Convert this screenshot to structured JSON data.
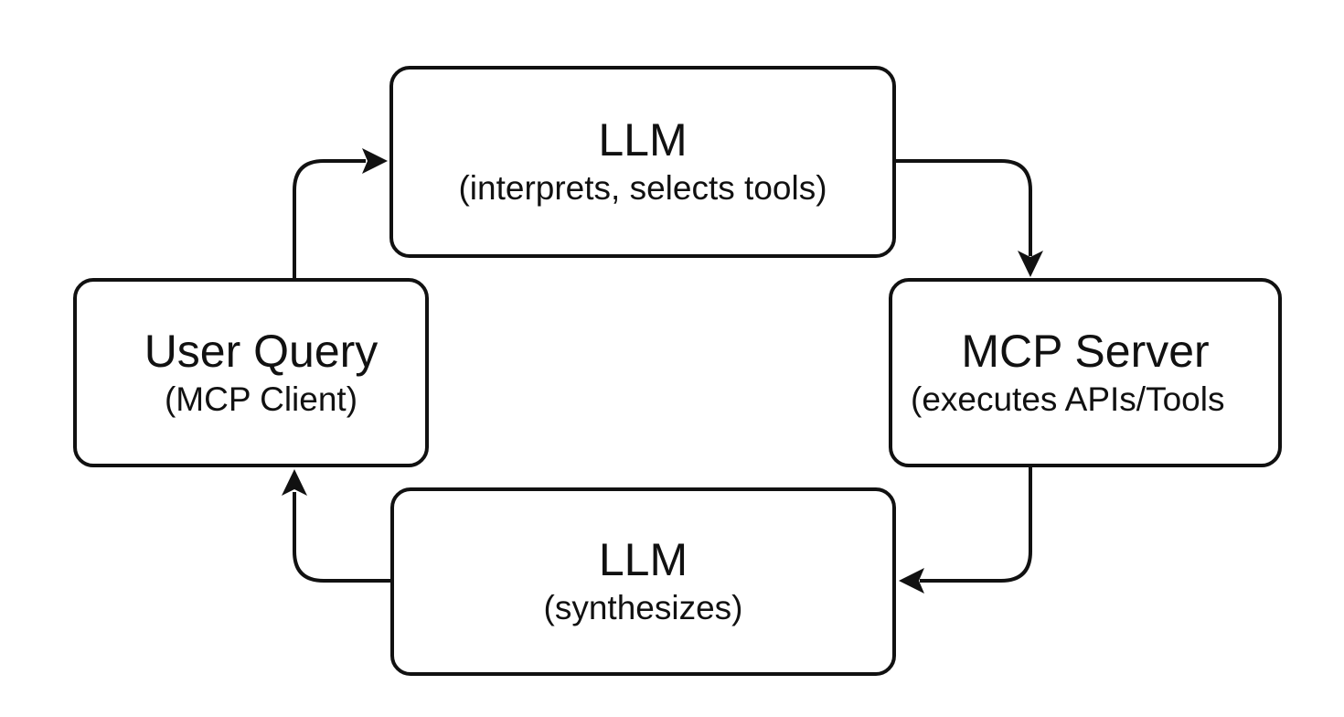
{
  "nodes": {
    "llm_top": {
      "title": "LLM",
      "subtitle": "(interprets, selects tools)"
    },
    "mcp_server": {
      "title": "MCP Server",
      "subtitle": "(executes APIs/Tools"
    },
    "llm_bottom": {
      "title": "LLM",
      "subtitle": "(synthesizes)"
    },
    "user_query": {
      "title": "User Query",
      "subtitle": "(MCP Client)"
    }
  },
  "colors": {
    "stroke": "#111111",
    "background": "#ffffff"
  }
}
